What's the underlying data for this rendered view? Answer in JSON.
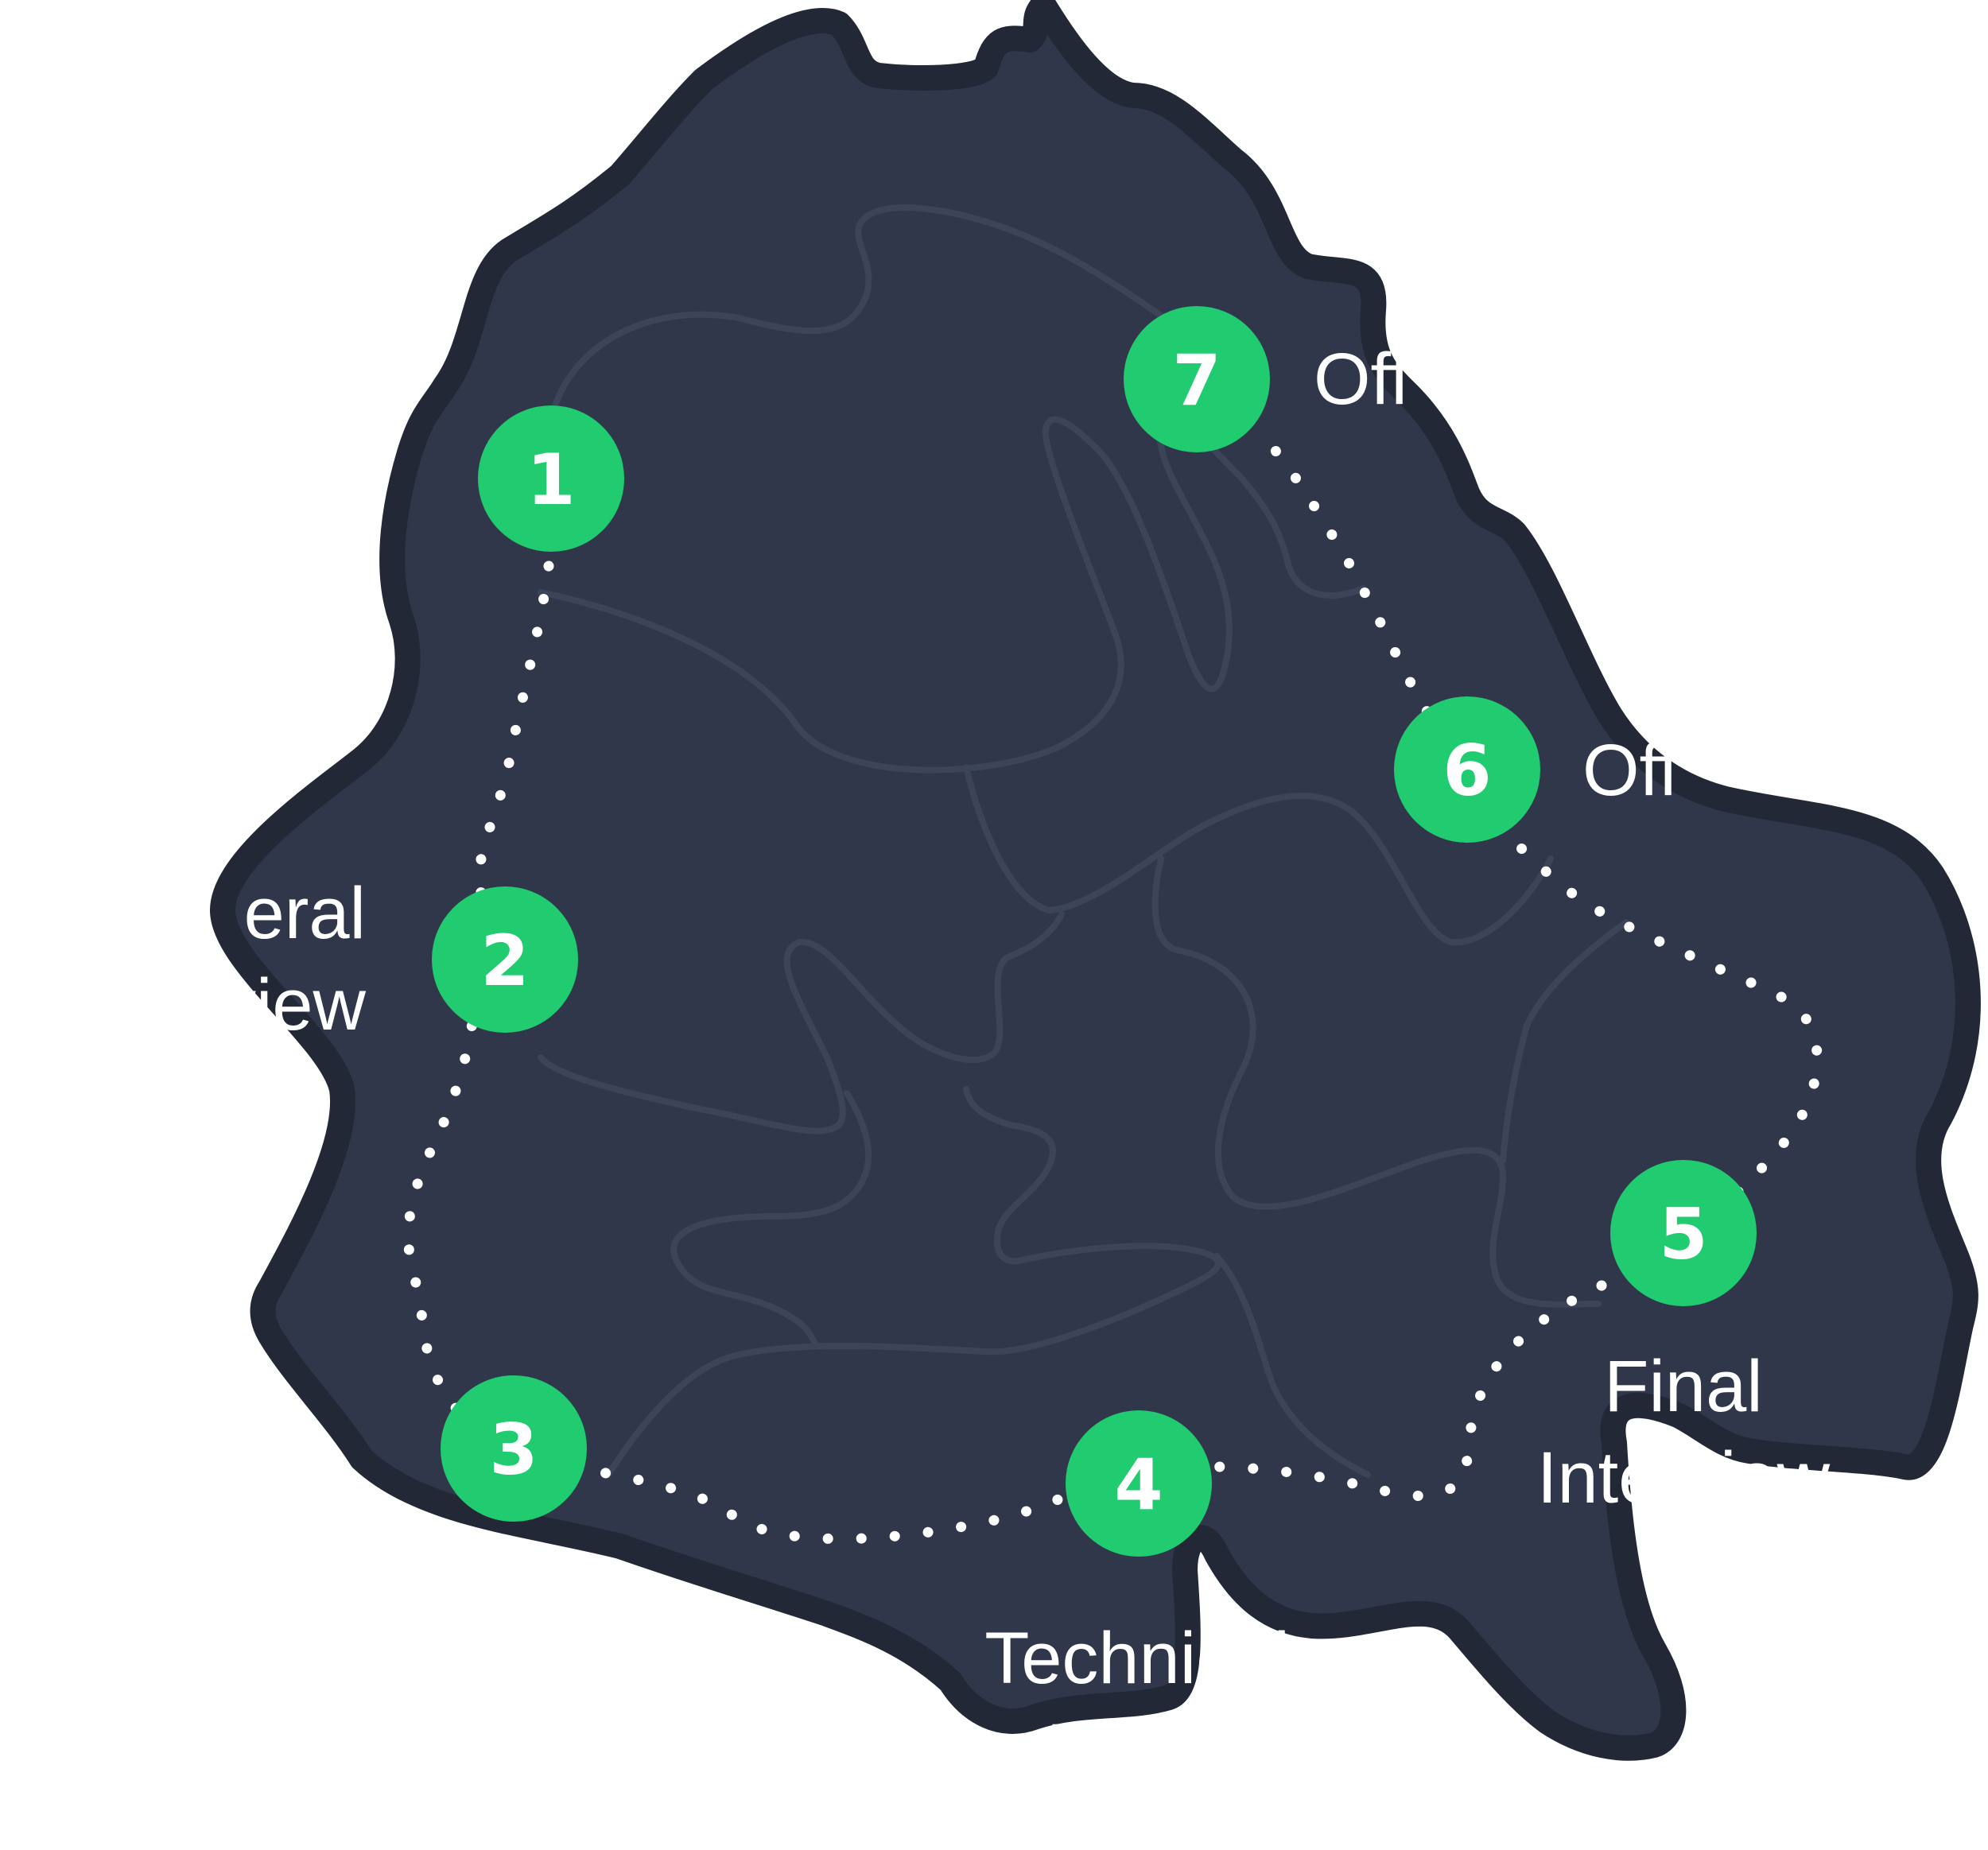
{
  "colors": {
    "land_fill": "#30374a",
    "land_border": "#232836",
    "terrain_lines": "#3c4459",
    "route_dots": "#ffffff",
    "step_marker": "#20cc6f",
    "step_number": "#ffffff",
    "label_text": "#ffffff"
  },
  "steps": [
    {
      "number": "1",
      "label_lines": []
    },
    {
      "number": "2",
      "label_lines": [
        "eral",
        "view"
      ]
    },
    {
      "number": "3",
      "label_lines": []
    },
    {
      "number": "4",
      "label_lines": [
        "Technical",
        "Interv"
      ]
    },
    {
      "number": "5",
      "label_lines": [
        "Final",
        "Interview"
      ]
    },
    {
      "number": "6",
      "label_lines": [
        "Off"
      ]
    },
    {
      "number": "7",
      "label_lines": [
        "Off"
      ]
    }
  ]
}
